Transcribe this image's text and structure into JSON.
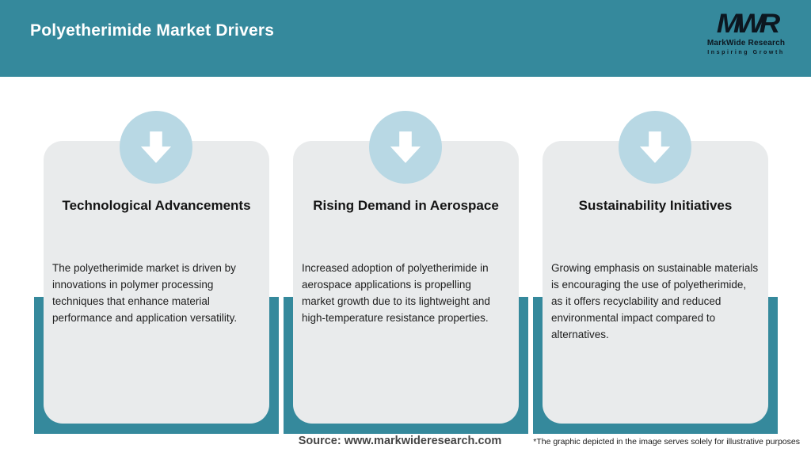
{
  "header": {
    "title": "Polyetherimide Market Drivers"
  },
  "logo": {
    "monogram": "MWR",
    "name": "MarkWide Research",
    "tagline": "Inspiring Growth"
  },
  "cards": [
    {
      "title": "Technological Advancements",
      "body": "The polyetherimide market is driven by\ninnovations in polymer processing\ntechniques that enhance material\nperformance and application versatility."
    },
    {
      "title": "Rising Demand in Aerospace",
      "body": "Increased adoption of polyetherimide in\naerospace applications is propelling\nmarket growth due to its lightweight and\nhigh-temperature resistance properties."
    },
    {
      "title": "Sustainability Initiatives",
      "body": "Growing emphasis on sustainable materials\nis encouraging the use of polyetherimide,\nas it offers recyclability and reduced\nenvironmental impact compared to\nalternatives."
    }
  ],
  "footer": {
    "source": "Source: www.markwideresearch.com",
    "disclaimer": "*The graphic depicted in the image serves solely for illustrative purposes"
  },
  "colors": {
    "teal": "#35899c",
    "circle": "#b8d8e4",
    "cardbg": "#e9ebec",
    "ink": "#0c1720",
    "text": "#202020"
  }
}
